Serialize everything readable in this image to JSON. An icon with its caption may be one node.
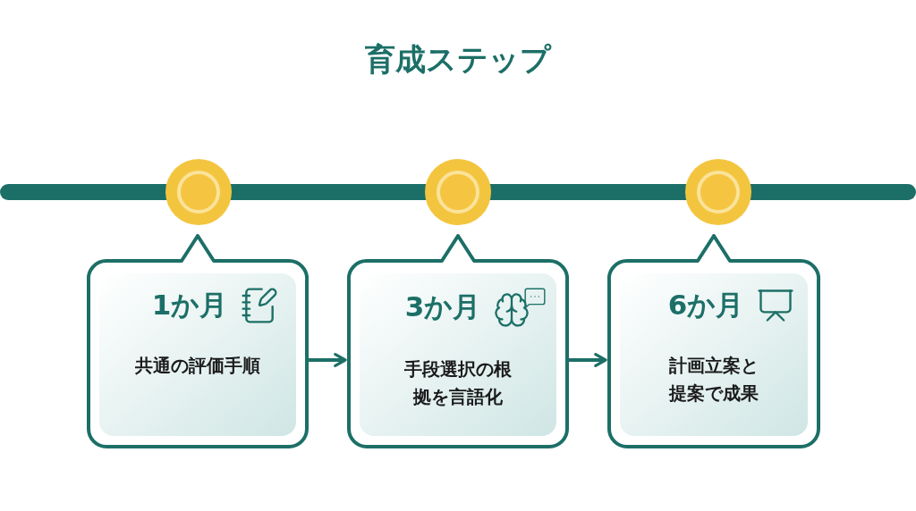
{
  "diagram": {
    "title": "育成ステップ",
    "nodes": [
      {
        "text": [],
        "shape": "bar"
      },
      {
        "text": [],
        "shape": "circle"
      },
      {
        "text": [],
        "shape": "circle"
      },
      {
        "text": [],
        "shape": "circle"
      },
      {
        "text": [
          "1か月",
          "共通の評価手順"
        ]
      },
      {
        "text": [
          "3か月",
          "手段選択の根拠を言語化"
        ]
      },
      {
        "text": [
          "6か月",
          "計画立案と提案で成果"
        ]
      }
    ],
    "edges": [
      {
        "from": 4,
        "to": 5,
        "arrow": "to"
      },
      {
        "from": 5,
        "to": 6,
        "arrow": "to"
      }
    ]
  }
}
